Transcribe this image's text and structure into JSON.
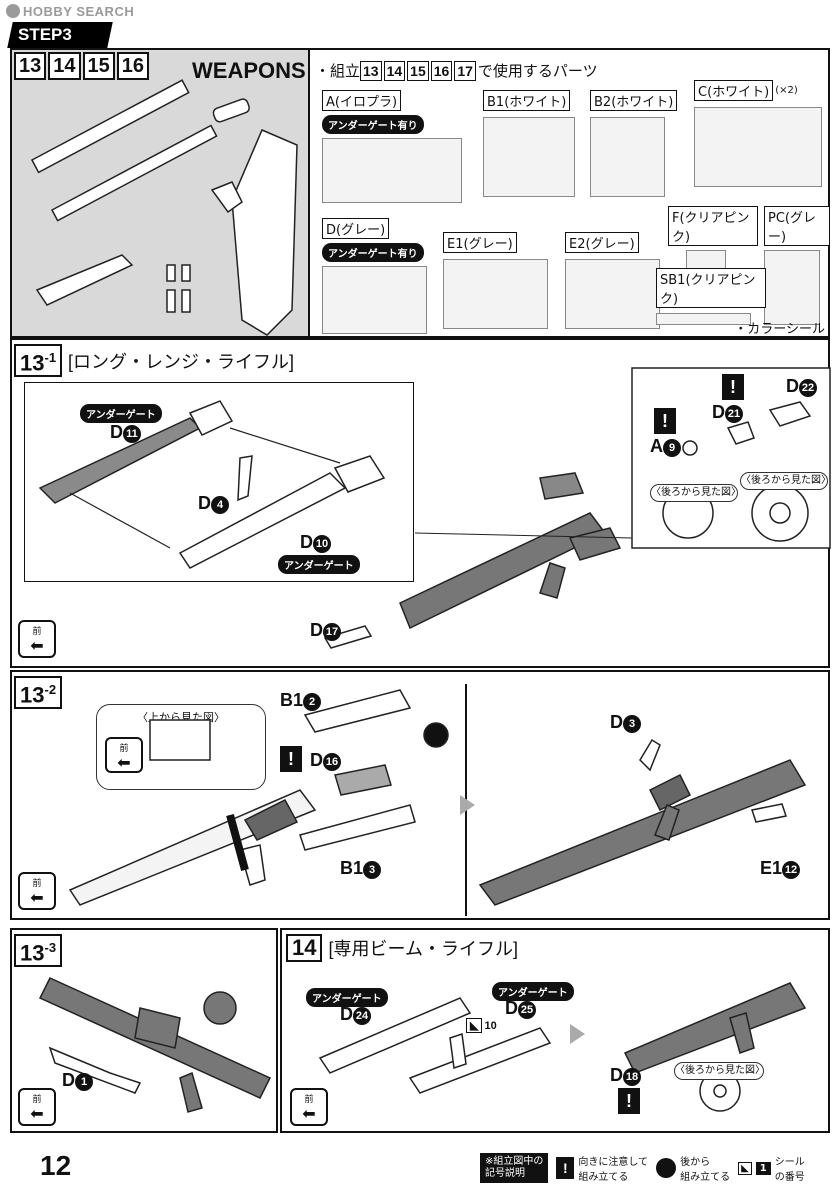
{
  "watermark": {
    "text": "HOBBY SEARCH"
  },
  "step": {
    "label": "STEP3"
  },
  "header": {
    "numbers": [
      "13",
      "14",
      "15",
      "16"
    ],
    "title": "WEAPONS"
  },
  "parts_intro": {
    "prefix": "・組立",
    "numbers": [
      "13",
      "14",
      "15",
      "16",
      "17"
    ],
    "suffix": "で使用するパーツ"
  },
  "sprues": [
    {
      "code": "A",
      "color": "(イロプラ)",
      "tag": "アンダーゲート有り",
      "extra": ""
    },
    {
      "code": "B1",
      "color": "(ホワイト)",
      "tag": "",
      "extra": ""
    },
    {
      "code": "B2",
      "color": "(ホワイト)",
      "tag": "",
      "extra": ""
    },
    {
      "code": "C",
      "color": "(ホワイト)",
      "tag": "",
      "extra": "(×2)"
    },
    {
      "code": "D",
      "color": "(グレー)",
      "tag": "アンダーゲート有り",
      "extra": ""
    },
    {
      "code": "E1",
      "color": "(グレー)",
      "tag": "",
      "extra": ""
    },
    {
      "code": "E2",
      "color": "(グレー)",
      "tag": "",
      "extra": ""
    },
    {
      "code": "F",
      "color": "(クリアピンク)",
      "tag": "",
      "extra": ""
    },
    {
      "code": "PC",
      "color": "(グレー)",
      "tag": "",
      "extra": ""
    },
    {
      "code": "SB1",
      "color": "(クリアピンク)",
      "tag": "",
      "extra": ""
    }
  ],
  "color_seal": "・カラーシール",
  "s13_1": {
    "num": "13",
    "sub": "-1",
    "title": "[ロング・レンジ・ライフル]",
    "labels": {
      "under_gate_1": "アンダーゲート",
      "d11": "D",
      "d11_n": "11",
      "d4": "D",
      "d4_n": "4",
      "d10": "D",
      "d10_n": "10",
      "under_gate_2": "アンダーゲート",
      "d17": "D",
      "d17_n": "17",
      "a9": "A",
      "a9_n": "9",
      "d21": "D",
      "d21_n": "21",
      "d22": "D",
      "d22_n": "22",
      "view_back_1": "〈後ろから見た図〉",
      "view_back_2": "〈後ろから見た図〉",
      "warn": "!"
    },
    "front": "前"
  },
  "s13_2": {
    "num": "13",
    "sub": "-2",
    "labels": {
      "view_top": "〈上から見た図〉",
      "front_small": "前",
      "b12": "B1",
      "b12_n": "2",
      "d16": "D",
      "d16_n": "16",
      "b13": "B1",
      "b13_n": "3",
      "d3": "D",
      "d3_n": "3",
      "e12": "E1",
      "e12_n": "12",
      "warn": "!"
    },
    "front": "前"
  },
  "s13_3": {
    "num": "13",
    "sub": "-3",
    "labels": {
      "d1": "D",
      "d1_n": "1"
    },
    "front": "前"
  },
  "s14": {
    "num": "14",
    "title": "[専用ビーム・ライフル]",
    "labels": {
      "under_gate_1": "アンダーゲート",
      "d24": "D",
      "d24_n": "24",
      "under_gate_2": "アンダーゲート",
      "d25": "D",
      "d25_n": "25",
      "seal": "10",
      "d18": "D",
      "d18_n": "18",
      "view_back": "〈後ろから見た図〉",
      "warn": "!"
    },
    "front": "前"
  },
  "footer": {
    "page": "12",
    "legend_title": "※組立図中の\n記号説明",
    "legend_warn": "向きに注意して\n組み立てる",
    "legend_back": "後から\n組み立てる",
    "legend_seal": "シール\nの番号",
    "legend_seal_num": "1"
  }
}
